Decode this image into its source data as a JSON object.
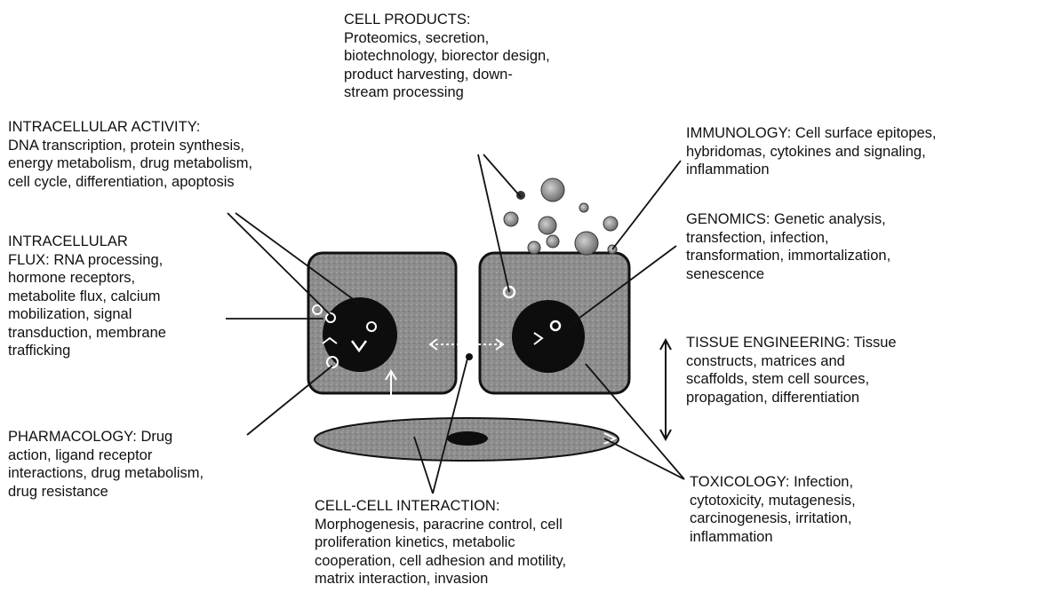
{
  "blocks": {
    "cell_products": {
      "lines": [
        "CELL PRODUCTS:",
        "Proteomics, secretion,",
        "biotechnology, biorector design,",
        "product harvesting, down-",
        "stream  processing"
      ]
    },
    "intracellular_activity": {
      "lines": [
        "INTRACELLULAR ACTIVITY:",
        "DNA transcription, protein synthesis,",
        "energy metabolism, drug metabolism,",
        "cell cycle, differentiation, apoptosis"
      ]
    },
    "intracellular_flux": {
      "lines": [
        "INTRACELLULAR",
        "FLUX: RNA processing,",
        "hormone receptors,",
        "metabolite flux, calcium",
        "mobilization, signal",
        "transduction, membrane",
        "trafficking"
      ]
    },
    "pharmacology": {
      "lines": [
        "PHARMACOLOGY: Drug",
        "action, ligand receptor",
        "interactions, drug metabolism,",
        "drug resistance"
      ]
    },
    "cell_cell_interaction": {
      "lines": [
        "CELL-CELL INTERACTION:",
        "Morphogenesis, paracrine control, cell",
        "proliferation kinetics, metabolic",
        "cooperation, cell adhesion and motility,",
        "matrix interaction, invasion"
      ]
    },
    "immunology": {
      "lines": [
        "IMMUNOLOGY: Cell surface epitopes,",
        "hybridomas, cytokines and signaling,",
        "inflammation"
      ]
    },
    "genomics": {
      "lines": [
        "GENOMICS: Genetic analysis,",
        "transfection, infection,",
        "transformation, immortalization,",
        "senescence"
      ]
    },
    "tissue_engineering": {
      "lines": [
        "TISSUE ENGINEERING: Tissue",
        "constructs, matrices and",
        "scaffolds, stem cell sources,",
        "propagation, differentiation"
      ]
    },
    "toxicology": {
      "lines": [
        "TOXICOLOGY:  Infection,",
        "cytotoxicity, mutagenesis,",
        "carcinogenesis, irritation,",
        "inflammation"
      ]
    }
  },
  "colors": {
    "cell_fill": "#8a8a8a",
    "nucleus": "#0d0d0d",
    "line": "#111111",
    "vesicle": "#9a9a9a"
  }
}
